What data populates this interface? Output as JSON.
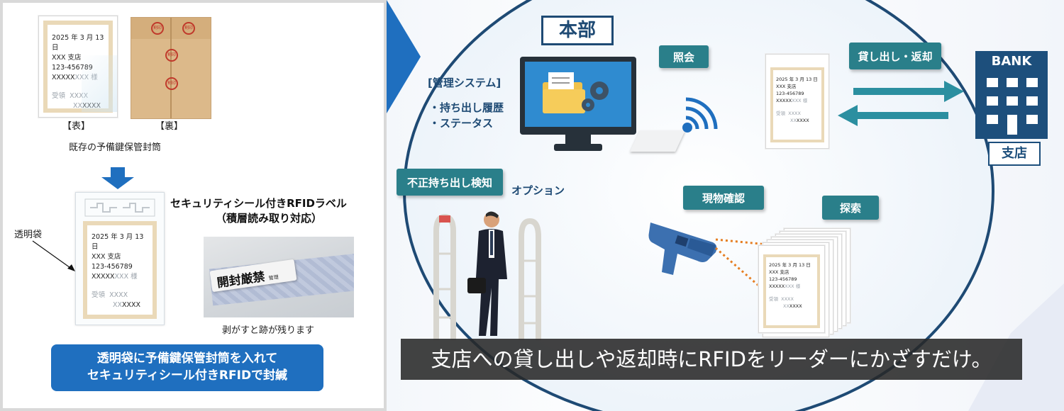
{
  "left": {
    "env_front": {
      "date": "2025 年 3 月 13 日",
      "branch": "XXX 支店",
      "number": "123-456789",
      "name_bold": "XXXXX",
      "name_light": "XXX 様",
      "recv_label": "受領",
      "recv_value": "XXXX",
      "sign_light": "XX",
      "sign_bold": "XXXX"
    },
    "stamp": "割印",
    "front_caption": "【表】",
    "back_caption": "【裏】",
    "existing_caption": "既存の予備鍵保管封筒",
    "bag_label": "透明袋",
    "rfid_title_line1": "セキュリティシール付きRFIDラベル",
    "rfid_title_line2": "（積層読み取り対応）",
    "seal_text": "開封厳禁",
    "seal_small": "管理",
    "peel_caption": "剥がすと跡が残ります",
    "banner_line1": "透明袋に予備鍵保管封筒を入れて",
    "banner_line2": "セキュリティシール付きRFIDで封緘"
  },
  "right": {
    "hq_title": "本部",
    "mgmt_title": "[管理システム]",
    "mgmt_item1": "・持ち出し履歴",
    "mgmt_item2": "・ステータス",
    "inquiry_label": "照会",
    "lend_return_label": "貸し出し・返却",
    "bank_label": "BANK",
    "branch_label": "支店",
    "theft_label": "不正持ち出し検知",
    "option_label": "オプション",
    "physical_check_label": "現物確認",
    "search_label": "探索",
    "subtitle": "支店への貸し出しや返却時にRFIDをリーダーにかざすだけ。"
  },
  "colors": {
    "teal": "#2a7f8a",
    "blue_banner": "#1f6fbf",
    "navy": "#1e4a74",
    "bank_blue": "#1d4f7c",
    "arrow_teal": "#2b8fa0"
  }
}
